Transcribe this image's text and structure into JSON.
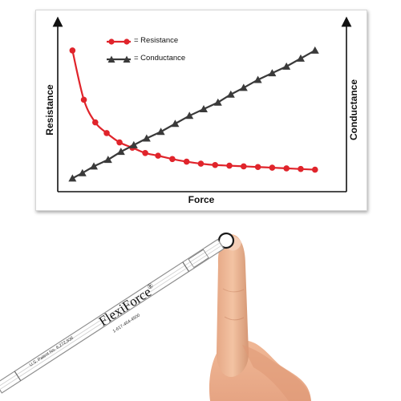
{
  "chart_data": {
    "type": "line",
    "title": "",
    "xlabel": "Force",
    "ylabel_left": "Resistance",
    "ylabel_right": "Conductance",
    "legend_placement": "top-left",
    "grid": false,
    "axis_tick_labels": false,
    "x": [
      0,
      1,
      2,
      3,
      4,
      5,
      6,
      7,
      8,
      9,
      10,
      11,
      12,
      13,
      14,
      15,
      16,
      17
    ],
    "series": [
      {
        "name": "= Resistance",
        "color": "#e0242b",
        "marker": "circle",
        "axis": "left",
        "x": [
          0,
          0.8,
          1.6,
          2.4,
          3.3,
          4.2,
          5.1,
          6.0,
          7.0,
          8.0,
          9.0,
          10.0,
          11.0,
          12.0,
          13.0,
          14.0,
          15.0,
          16.0,
          17.0
        ],
        "values": [
          100,
          63,
          46,
          38,
          31,
          27,
          23,
          21,
          18.5,
          16.5,
          15,
          14,
          13.5,
          13,
          12.5,
          12,
          11.5,
          11,
          10.5
        ]
      },
      {
        "name": "= Conductance",
        "color": "#3a3a3a",
        "marker": "triangle",
        "axis": "right",
        "x": [
          0,
          0.7,
          1.5,
          2.5,
          3.4,
          4.3,
          5.2,
          6.2,
          7.2,
          8.2,
          9.2,
          10.2,
          11.1,
          12.0,
          13.0,
          14.0,
          15.0,
          16.0,
          17.0
        ],
        "values": [
          4,
          8,
          13,
          18,
          24,
          29,
          34,
          39,
          45,
          51,
          56,
          61,
          67,
          72,
          78,
          83,
          88,
          94,
          100
        ]
      }
    ],
    "ylim": [
      0,
      112
    ],
    "xlim": [
      -0.3,
      17.8
    ]
  },
  "sensor": {
    "brand": "FlexiForce",
    "registered": "®",
    "patent": "U.S. Patent No. 6,272,936",
    "part_number": "1-617-464-4500"
  }
}
